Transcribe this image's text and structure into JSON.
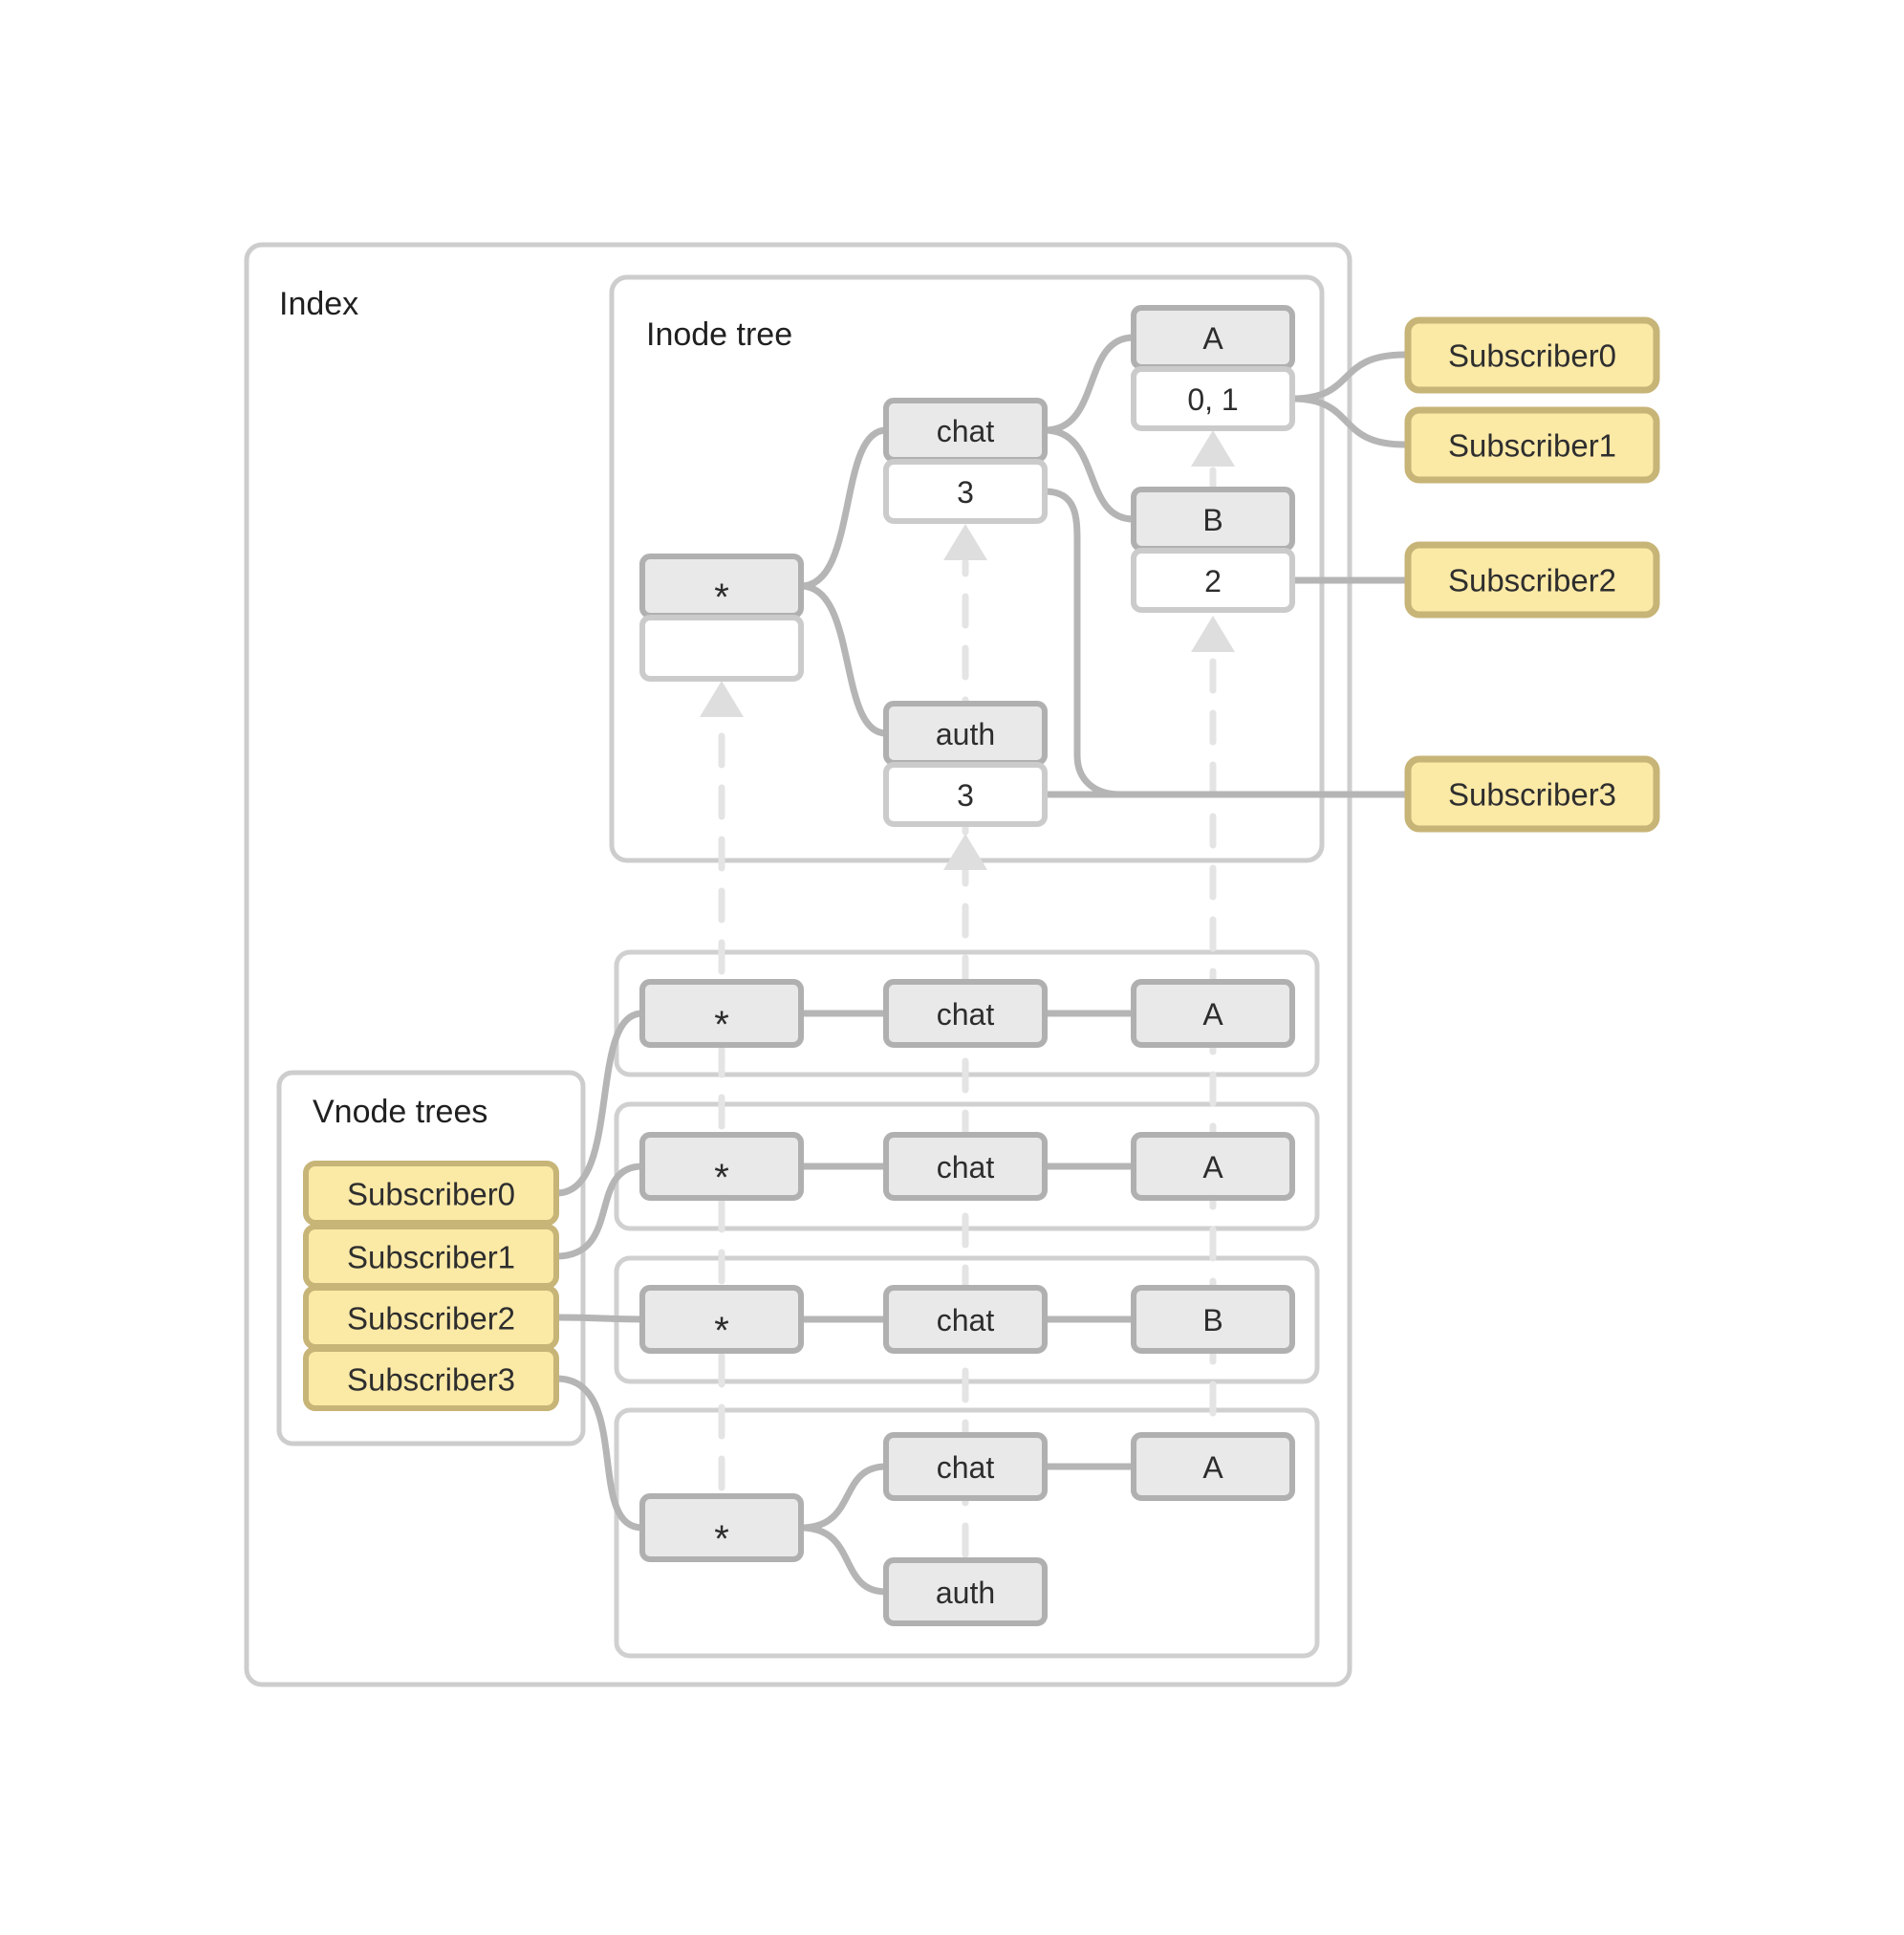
{
  "index": {
    "label": "Index"
  },
  "inode_tree": {
    "label": "Inode tree",
    "nodes": {
      "star": {
        "key": "*",
        "value": ""
      },
      "chat": {
        "key": "chat",
        "value": "3"
      },
      "auth": {
        "key": "auth",
        "value": "3"
      },
      "a": {
        "key": "A",
        "value": "0, 1"
      },
      "b": {
        "key": "B",
        "value": "2"
      }
    }
  },
  "right_subscribers": [
    {
      "label": "Subscriber0"
    },
    {
      "label": "Subscriber1"
    },
    {
      "label": "Subscriber2"
    },
    {
      "label": "Subscriber3"
    }
  ],
  "vnode_trees": {
    "label": "Vnode trees",
    "items": [
      "Subscriber0",
      "Subscriber1",
      "Subscriber2",
      "Subscriber3"
    ]
  },
  "vnode_rows": [
    {
      "cells": [
        "*",
        "chat",
        "A"
      ]
    },
    {
      "cells": [
        "*",
        "chat",
        "A"
      ]
    },
    {
      "cells": [
        "*",
        "chat",
        "B"
      ]
    },
    {
      "cells": {
        "star": "*",
        "chat": "chat",
        "auth": "auth",
        "a": "A"
      }
    }
  ],
  "colors": {
    "background": "#ffffff",
    "container_border": "#cdcdcd",
    "node_header_fill": "#e9e9e9",
    "node_header_border": "#b0b0b0",
    "node_body_fill": "#ffffff",
    "node_body_border": "#cbcbcb",
    "connector": "#b5b5b5",
    "dashed_line": "#e4e4e4",
    "subscriber_fill": "#fbe9a6",
    "subscriber_border": "#c7b477",
    "text": "#2d2d2d"
  }
}
